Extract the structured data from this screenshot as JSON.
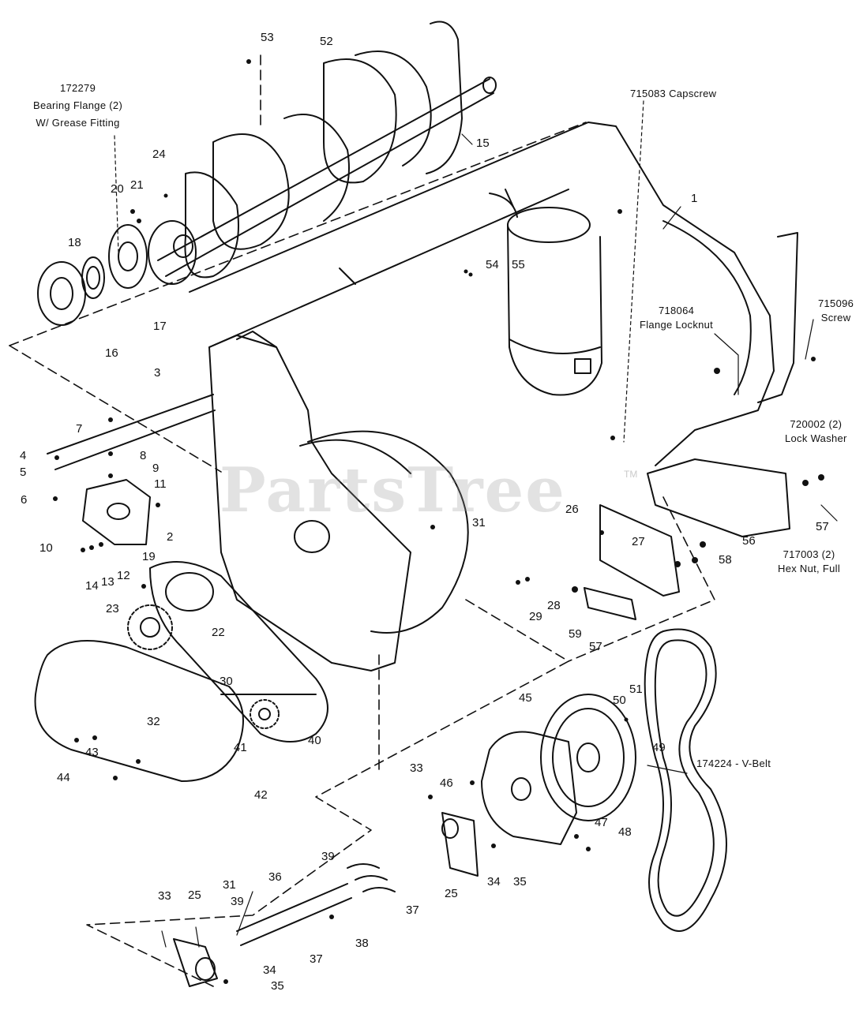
{
  "watermark": {
    "text": "PartsTree",
    "tm": "TM"
  },
  "part_numbers": [
    {
      "id": "p53",
      "text": "53"
    },
    {
      "id": "p52",
      "text": "52"
    },
    {
      "id": "p15",
      "text": "15"
    },
    {
      "id": "p24",
      "text": "24"
    },
    {
      "id": "p20",
      "text": "20"
    },
    {
      "id": "p21",
      "text": "21"
    },
    {
      "id": "p18",
      "text": "18"
    },
    {
      "id": "p17",
      "text": "17"
    },
    {
      "id": "p16",
      "text": "16"
    },
    {
      "id": "p1",
      "text": "1"
    },
    {
      "id": "p54",
      "text": "54"
    },
    {
      "id": "p55",
      "text": "55"
    },
    {
      "id": "p3",
      "text": "3"
    },
    {
      "id": "p7",
      "text": "7"
    },
    {
      "id": "p4",
      "text": "4"
    },
    {
      "id": "p5",
      "text": "5"
    },
    {
      "id": "p8",
      "text": "8"
    },
    {
      "id": "p9",
      "text": "9"
    },
    {
      "id": "p6",
      "text": "6"
    },
    {
      "id": "p11",
      "text": "11"
    },
    {
      "id": "p10",
      "text": "10"
    },
    {
      "id": "p2",
      "text": "2"
    },
    {
      "id": "p14",
      "text": "14"
    },
    {
      "id": "p13",
      "text": "13"
    },
    {
      "id": "p12",
      "text": "12"
    },
    {
      "id": "p19",
      "text": "19"
    },
    {
      "id": "p23",
      "text": "23"
    },
    {
      "id": "p22",
      "text": "22"
    },
    {
      "id": "p31a",
      "text": "31"
    },
    {
      "id": "p26",
      "text": "26"
    },
    {
      "id": "p27",
      "text": "27"
    },
    {
      "id": "p56",
      "text": "56"
    },
    {
      "id": "p58",
      "text": "58"
    },
    {
      "id": "p57a",
      "text": "57"
    },
    {
      "id": "p57b",
      "text": "57"
    },
    {
      "id": "p29",
      "text": "29"
    },
    {
      "id": "p28",
      "text": "28"
    },
    {
      "id": "p59",
      "text": "59"
    },
    {
      "id": "p30",
      "text": "30"
    },
    {
      "id": "p32",
      "text": "32"
    },
    {
      "id": "p41",
      "text": "41"
    },
    {
      "id": "p40",
      "text": "40"
    },
    {
      "id": "p43",
      "text": "43"
    },
    {
      "id": "p44",
      "text": "44"
    },
    {
      "id": "p42",
      "text": "42"
    },
    {
      "id": "p45",
      "text": "45"
    },
    {
      "id": "p50",
      "text": "50"
    },
    {
      "id": "p51",
      "text": "51"
    },
    {
      "id": "p49",
      "text": "49"
    },
    {
      "id": "p33a",
      "text": "33"
    },
    {
      "id": "p46",
      "text": "46"
    },
    {
      "id": "p47",
      "text": "47"
    },
    {
      "id": "p48",
      "text": "48"
    },
    {
      "id": "p25a",
      "text": "25"
    },
    {
      "id": "p34a",
      "text": "34"
    },
    {
      "id": "p35a",
      "text": "35"
    },
    {
      "id": "p39a",
      "text": "39"
    },
    {
      "id": "p36",
      "text": "36"
    },
    {
      "id": "p37a",
      "text": "37"
    },
    {
      "id": "p38",
      "text": "38"
    },
    {
      "id": "p33b",
      "text": "33"
    },
    {
      "id": "p25b",
      "text": "25"
    },
    {
      "id": "p31b",
      "text": "31"
    },
    {
      "id": "p39b",
      "text": "39"
    },
    {
      "id": "p37b",
      "text": "37"
    },
    {
      "id": "p34b",
      "text": "34"
    },
    {
      "id": "p35b",
      "text": "35"
    }
  ],
  "callouts": {
    "bearing_flange": {
      "line1": "172279",
      "line2": "Bearing Flange (2)",
      "line3": "W/ Grease Fitting"
    },
    "capscrew": {
      "line1": "715083  Capscrew"
    },
    "flange_locknut": {
      "line1": "718064",
      "line2": "Flange Locknut"
    },
    "screw": {
      "line1": "715096",
      "line2": "Screw"
    },
    "lock_washer": {
      "line1": "720002 (2)",
      "line2": "Lock Washer"
    },
    "hex_nut": {
      "line1": "717003 (2)",
      "line2": "Hex Nut, Full"
    },
    "vbelt": {
      "line1": "174224 - V-Belt"
    }
  }
}
